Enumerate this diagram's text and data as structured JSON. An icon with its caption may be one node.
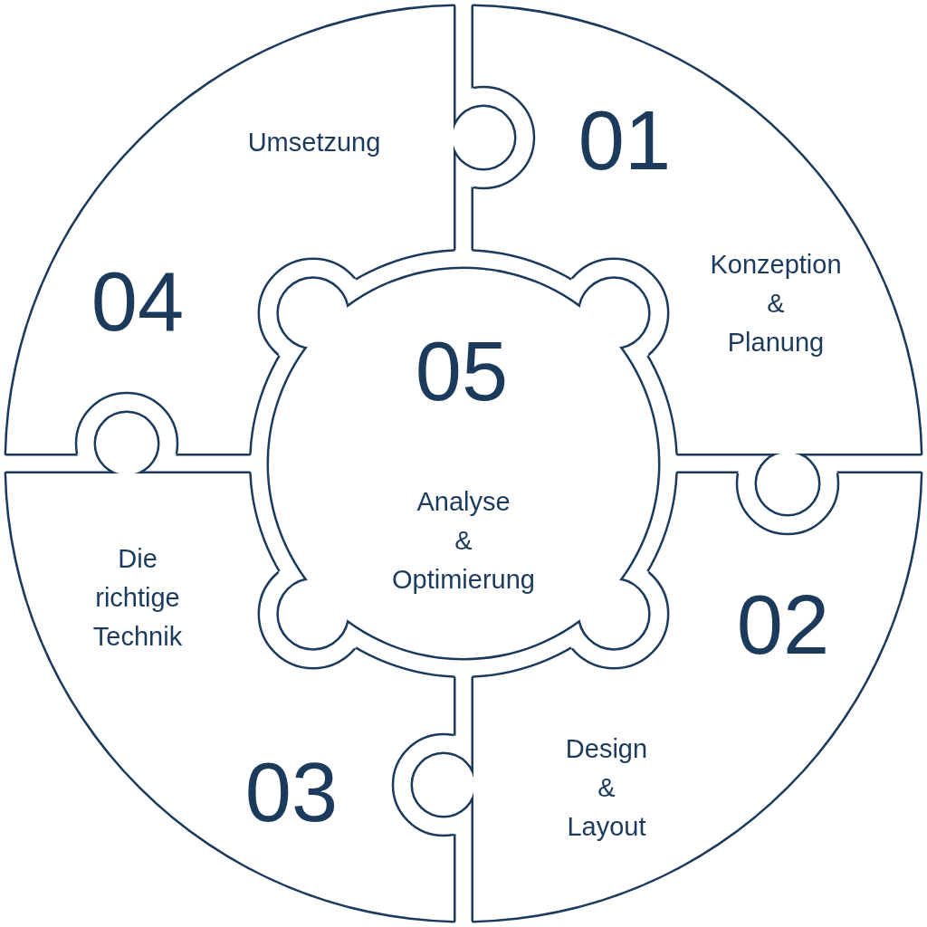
{
  "diagram": {
    "nodes": [
      {
        "text": [
          "01",
          "Konzeption & Planung"
        ]
      },
      {
        "text": [
          "02",
          "Design & Layout"
        ]
      },
      {
        "text": [
          "Die richtige Technik",
          "03"
        ]
      },
      {
        "text": [
          "Umsetzung",
          "04"
        ]
      },
      {
        "text": [
          "05",
          "Analyse & Optimierung"
        ]
      }
    ]
  }
}
